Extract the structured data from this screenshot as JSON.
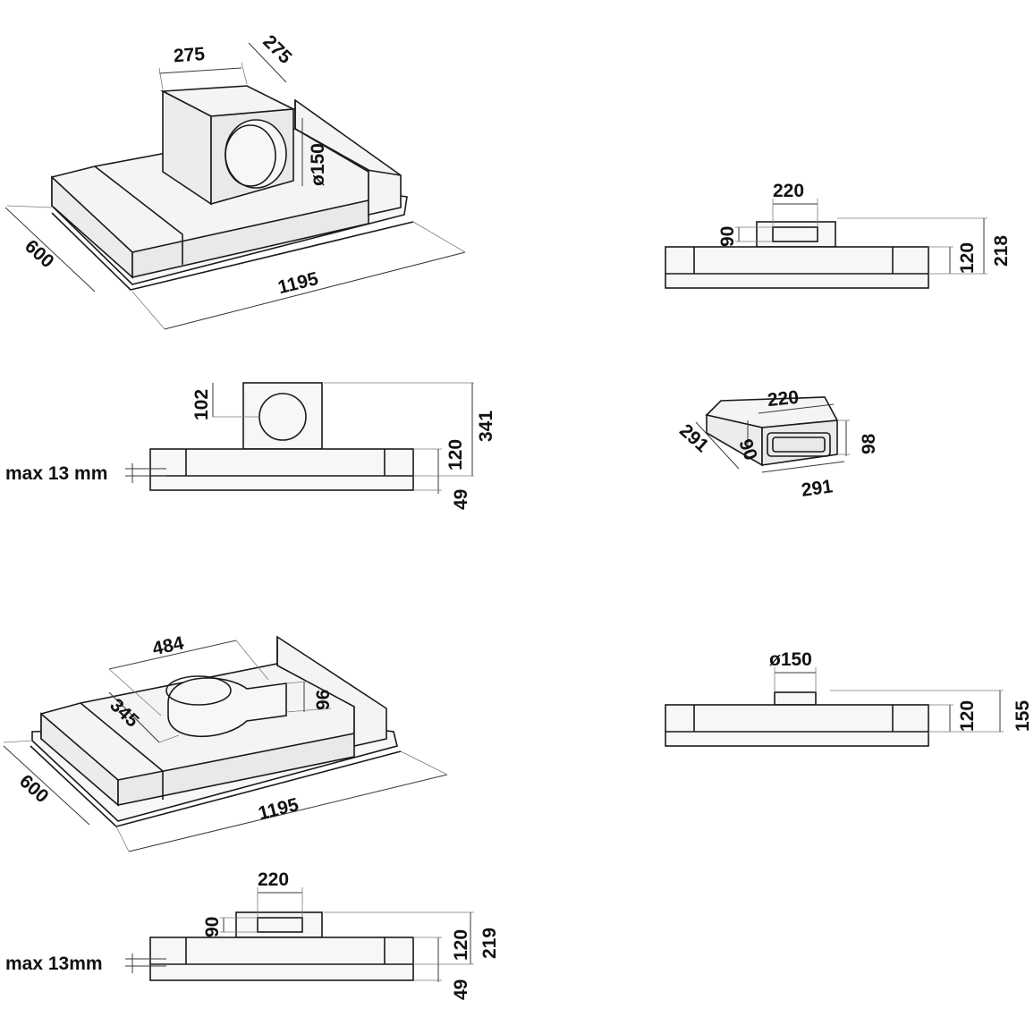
{
  "top_left_iso": {
    "dim_width_1": "275",
    "dim_depth_1": "275",
    "dim_diameter": "ø150",
    "dim_depth": "600",
    "dim_length": "1195"
  },
  "top_right_side": {
    "dim_outlet_width": "220",
    "dim_outlet_height": "90",
    "dim_body_height": "120",
    "dim_total_height": "218"
  },
  "mid_left_side": {
    "dim_offset": "102",
    "dim_body_height": "120",
    "dim_total_height": "341",
    "dim_flange": "49",
    "max_label": "max 13 mm"
  },
  "mid_right_adapter": {
    "dim_width": "220",
    "dim_height_90": "90",
    "dim_height_98": "98",
    "dim_depth_left": "291",
    "dim_depth_bottom": "291"
  },
  "bottom_left_iso": {
    "dim_width": "484",
    "dim_depth_345": "345",
    "dim_height_96": "96",
    "dim_depth": "600",
    "dim_length": "1195"
  },
  "bottom_right_side": {
    "dim_diameter": "ø150",
    "dim_body_height": "120",
    "dim_total_height": "155"
  },
  "bottom_left_side": {
    "dim_outlet_width": "220",
    "dim_outlet_height": "90",
    "dim_body_height": "120",
    "dim_total_height": "219",
    "dim_flange": "49",
    "max_label": "max 13mm"
  }
}
